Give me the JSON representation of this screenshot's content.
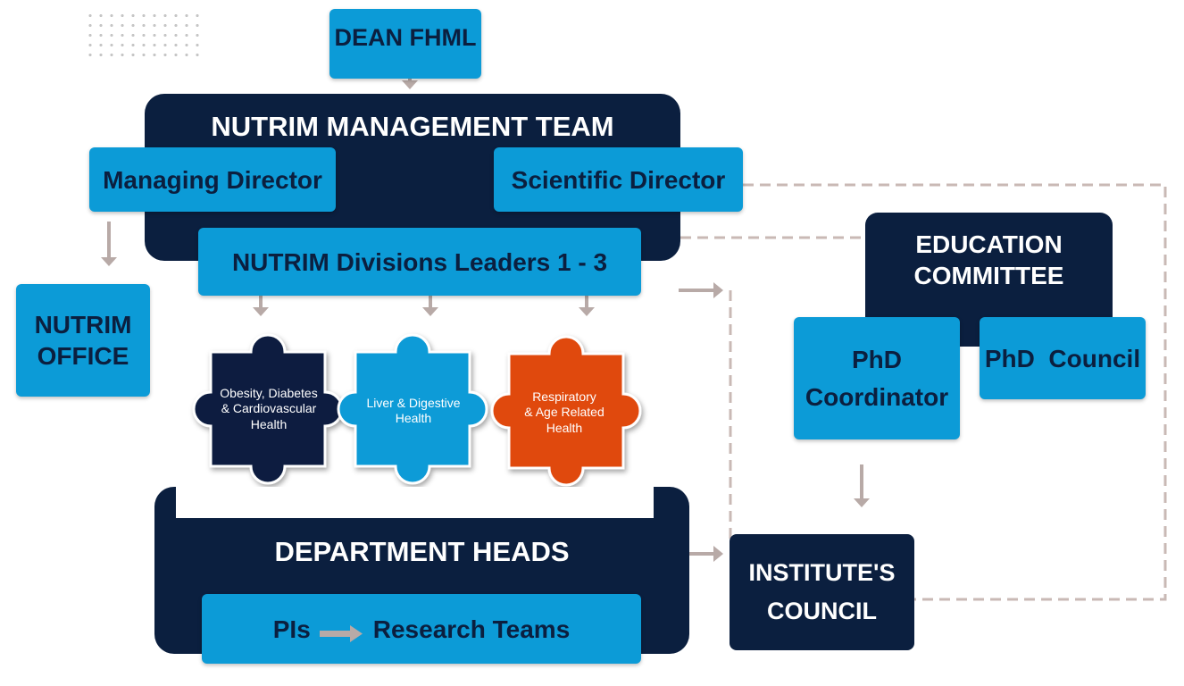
{
  "title_box": "DEAN FHML",
  "management_team": {
    "title": "NUTRIM MANAGEMENT TEAM",
    "managing_director": "Managing Director",
    "scientific_director": "Scientific Director",
    "division_leaders": "NUTRIM Divisions Leaders 1 - 3"
  },
  "office": "NUTRIM\nOFFICE",
  "divisions": [
    {
      "label": "Obesity, Diabetes\n& Cardiovascular\nHealth",
      "color": "#0b1f3f"
    },
    {
      "label": "Liver & Digestive\nHealth",
      "color": "#0c9bd7"
    },
    {
      "label": "Respiratory\n& Age Related\nHealth",
      "color": "#e04a10"
    }
  ],
  "department": {
    "title": "DEPARTMENT HEADS",
    "pis": "PIs",
    "research_teams": "Research Teams"
  },
  "education": {
    "title": "EDUCATION\nCOMMITTEE",
    "phd_coordinator": "PhD\nCoordinator",
    "phd_council": "PhD  Council"
  },
  "institute_council": "INSTITUTE'S\nCOUNCIL",
  "colors": {
    "dark_navy": "#0b1f3f",
    "light_blue": "#0c9bd7",
    "orange": "#e04a10",
    "connector": "#c9b9b5"
  }
}
